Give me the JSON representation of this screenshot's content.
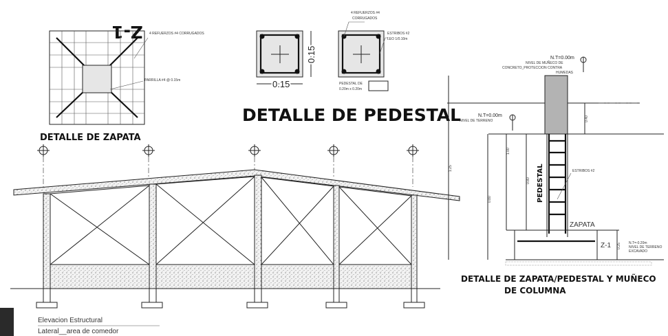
{
  "zapata": {
    "tag": "Z-1",
    "caption": "DETALLE DE ZAPATA",
    "note_1": "4 REFUERZOS #4 CORRUGADOS",
    "note_2": "PARRILLA #4 @ 0.15m"
  },
  "pedestal": {
    "caption": "DETALLE DE PEDESTAL",
    "dim_width": "0.15",
    "dim_height": "0.15",
    "rebar_note_1": "4 REFUERZOS #4",
    "rebar_note_2": "CORRUGADOS",
    "stirrup_note_1": "ESTRIBOS #2",
    "stirrup_note_2": "LEO 1/0.10m",
    "legend_1": "PEDESTAL DE",
    "legend_2": "0.20m x 0.20m"
  },
  "elevation": {
    "caption_line_1": "Elevacion Estructural",
    "caption_line_2": "Lateral__area de comedor"
  },
  "section": {
    "level_top": "N.T=0.00m",
    "level_top_note_1": "NIVEL DE MUÑECO DE",
    "level_top_note_2": "CONCRETO_PROTECCION CONTRA",
    "level_top_note_3": "HUMEDAS",
    "level_ground": "N.T=0.00m",
    "level_ground_note": "NIVEL DE TERRENO",
    "level_bottom": "N.T=-0.20m",
    "level_bottom_note_1": "NIVEL DE TERRENO",
    "level_bottom_note_2": "EXCAVADO",
    "pedestal_label": "PEDESTAL",
    "zapata_label": "ZAPATA",
    "z_tag": "Z-1",
    "dims": [
      "1.25",
      "1.00",
      "0.80",
      "0.80",
      "0.40",
      "0.25"
    ],
    "caption_line_1": "DETALLE DE ZAPATA/PEDESTAL Y MUÑECO",
    "caption_line_2": "DE COLUMNA"
  }
}
